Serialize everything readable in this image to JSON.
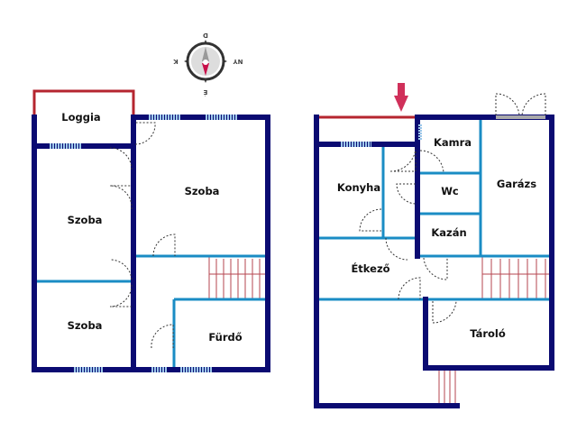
{
  "rooms": {
    "loggia": "Loggia",
    "szoba1": "Szoba",
    "szoba2": "Szoba",
    "szoba3": "Szoba",
    "furdo": "Fürdő",
    "konyha": "Konyha",
    "kamra": "Kamra",
    "wc": "Wc",
    "kazan": "Kazán",
    "garazs": "Garázs",
    "etkezo": "Étkező",
    "tarolo": "Tároló"
  },
  "compass": {
    "top": "D",
    "bottom": "É",
    "left": "K",
    "right": "NY"
  },
  "colors": {
    "wall": "#0b0b72",
    "inner": "#1a8cc4",
    "terrace": "#b5252f",
    "entry_arrow": "#d0305a"
  }
}
